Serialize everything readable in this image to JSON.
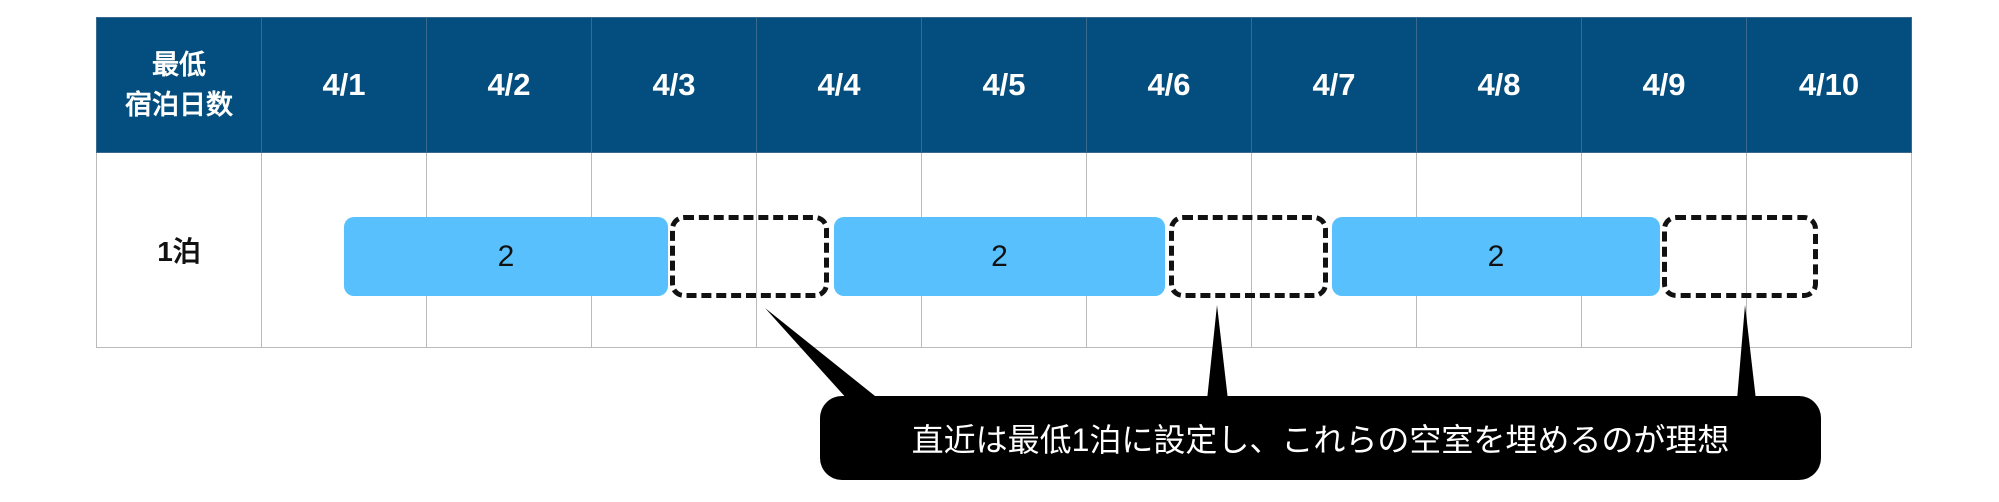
{
  "header": {
    "label_line1": "最低",
    "label_line2": "宿泊日数",
    "dates": [
      "4/1",
      "4/2",
      "4/3",
      "4/4",
      "4/5",
      "4/6",
      "4/7",
      "4/8",
      "4/9",
      "4/10"
    ]
  },
  "row": {
    "label": "1泊"
  },
  "bookings": [
    {
      "nights": "2"
    },
    {
      "nights": "2"
    },
    {
      "nights": "2"
    }
  ],
  "callout": {
    "text": "直近は最低1泊に設定し、これらの空室を埋めるのが理想"
  },
  "colors": {
    "header": "#034e7e",
    "booking": "#57c0fd",
    "callout": "#000000"
  }
}
